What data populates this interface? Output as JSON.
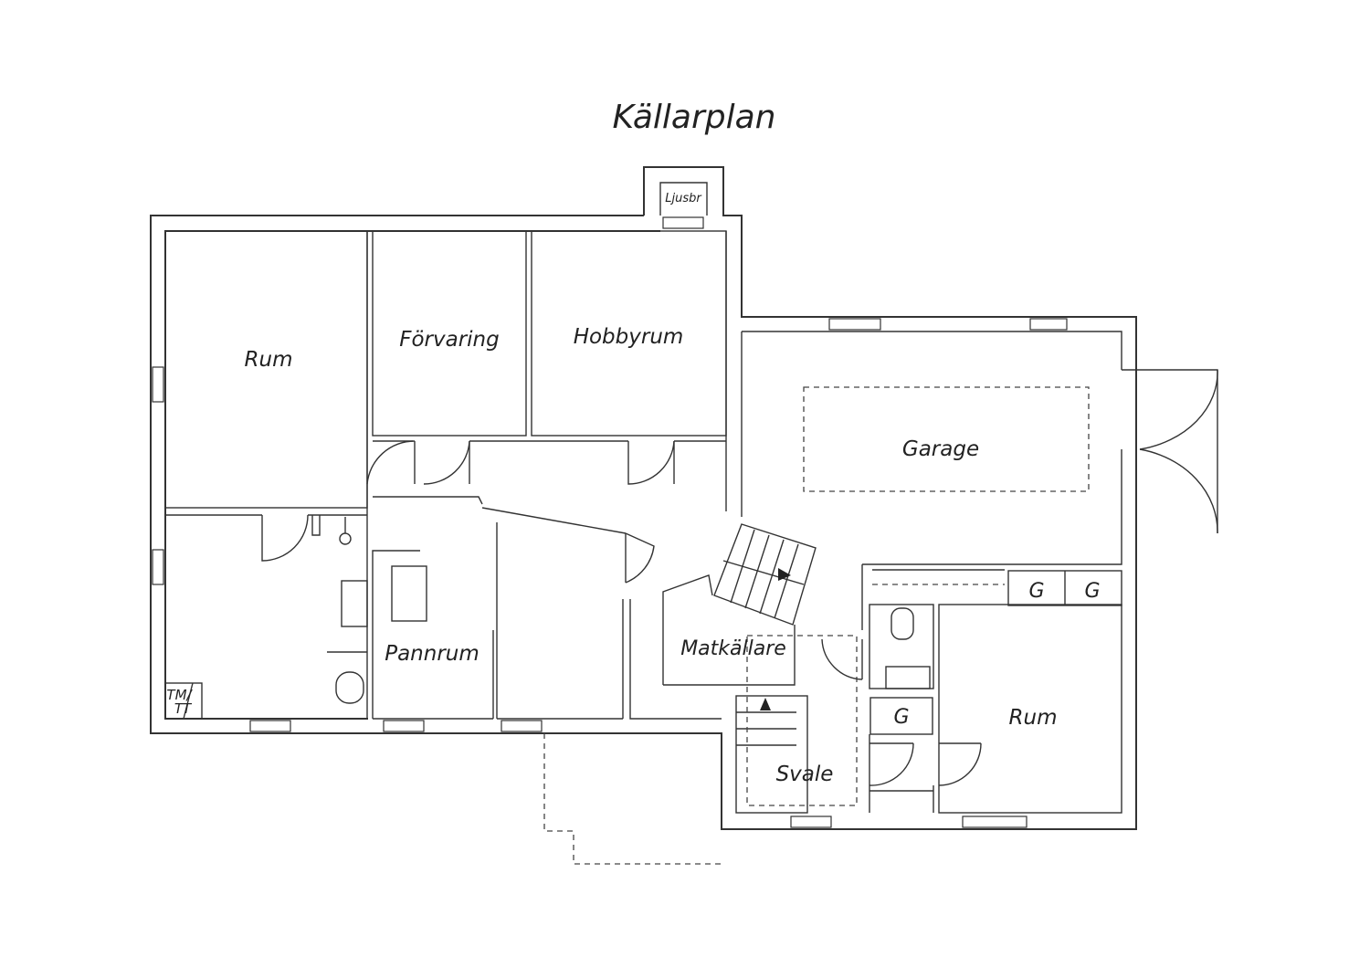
{
  "title": "Källarplan",
  "rooms": {
    "rum_left": "Rum",
    "forvaring": "Förvaring",
    "hobbyrum": "Hobbyrum",
    "garage": "Garage",
    "pannrum": "Pannrum",
    "matkallare": "Matkällare",
    "svale": "Svale",
    "rum_right": "Rum",
    "ljusbr": "Ljusbr",
    "tmtt_top": "TM/",
    "tmtt_bottom": "TT",
    "g1": "G",
    "g2": "G",
    "g3": "G"
  },
  "icons": [
    "window-symbol",
    "door-swing",
    "stair-arrow",
    "toilet",
    "sink",
    "shower"
  ],
  "colors": {
    "line": "#333333",
    "background": "#ffffff"
  }
}
